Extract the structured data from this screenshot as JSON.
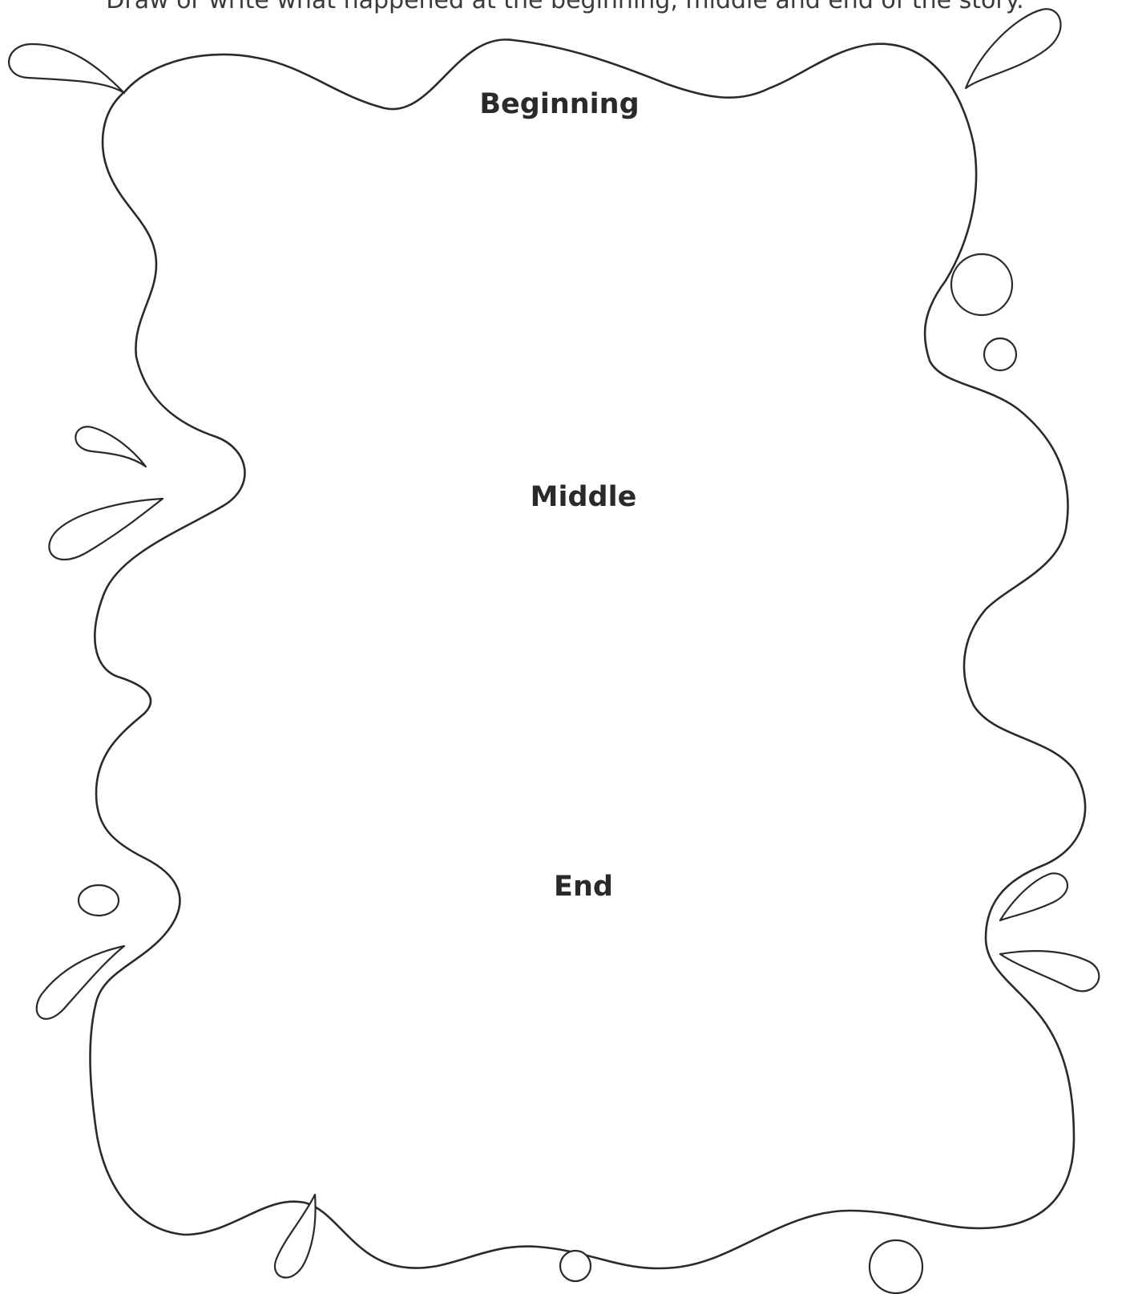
{
  "worksheet": {
    "instruction": "Draw or write what happened at the beginning, middle and end of the story.",
    "sections": [
      {
        "label": "Beginning"
      },
      {
        "label": "Middle"
      },
      {
        "label": "End"
      }
    ],
    "colors": {
      "outline": "#2a2a2a",
      "text": "#2a2a2a",
      "background": "#ffffff"
    },
    "decorations": [
      "water-drop",
      "bubble"
    ]
  }
}
